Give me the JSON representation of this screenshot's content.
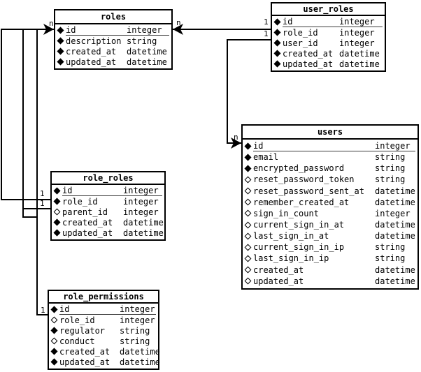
{
  "diagram": {
    "tables": [
      {
        "title": "roles",
        "fields": [
          {
            "name": "id",
            "type": "integer",
            "required": true,
            "key": true
          },
          {
            "name": "description",
            "type": "string",
            "required": true,
            "key": false
          },
          {
            "name": "created_at",
            "type": "datetime",
            "required": true,
            "key": false
          },
          {
            "name": "updated_at",
            "type": "datetime",
            "required": true,
            "key": false
          }
        ]
      },
      {
        "title": "user_roles",
        "fields": [
          {
            "name": "id",
            "type": "integer",
            "required": true,
            "key": true
          },
          {
            "name": "role_id",
            "type": "integer",
            "required": true,
            "key": false
          },
          {
            "name": "user_id",
            "type": "integer",
            "required": true,
            "key": false
          },
          {
            "name": "created_at",
            "type": "datetime",
            "required": true,
            "key": false
          },
          {
            "name": "updated_at",
            "type": "datetime",
            "required": true,
            "key": false
          }
        ]
      },
      {
        "title": "users",
        "fields": [
          {
            "name": "id",
            "type": "integer",
            "required": true,
            "key": true
          },
          {
            "name": "email",
            "type": "string",
            "required": true,
            "key": false
          },
          {
            "name": "encrypted_password",
            "type": "string",
            "required": true,
            "key": false
          },
          {
            "name": "reset_password_token",
            "type": "string",
            "required": false,
            "key": false
          },
          {
            "name": "reset_password_sent_at",
            "type": "datetime",
            "required": false,
            "key": false
          },
          {
            "name": "remember_created_at",
            "type": "datetime",
            "required": false,
            "key": false
          },
          {
            "name": "sign_in_count",
            "type": "integer",
            "required": false,
            "key": false
          },
          {
            "name": "current_sign_in_at",
            "type": "datetime",
            "required": false,
            "key": false
          },
          {
            "name": "last_sign_in_at",
            "type": "datetime",
            "required": false,
            "key": false
          },
          {
            "name": "current_sign_in_ip",
            "type": "string",
            "required": false,
            "key": false
          },
          {
            "name": "last_sign_in_ip",
            "type": "string",
            "required": false,
            "key": false
          },
          {
            "name": "created_at",
            "type": "datetime",
            "required": false,
            "key": false
          },
          {
            "name": "updated_at",
            "type": "datetime",
            "required": false,
            "key": false
          }
        ]
      },
      {
        "title": "role_roles",
        "fields": [
          {
            "name": "id",
            "type": "integer",
            "required": true,
            "key": true
          },
          {
            "name": "role_id",
            "type": "integer",
            "required": true,
            "key": false
          },
          {
            "name": "parent_id",
            "type": "integer",
            "required": false,
            "key": false
          },
          {
            "name": "created_at",
            "type": "datetime",
            "required": true,
            "key": false
          },
          {
            "name": "updated_at",
            "type": "datetime",
            "required": true,
            "key": false
          }
        ]
      },
      {
        "title": "role_permissions",
        "fields": [
          {
            "name": "id",
            "type": "integer",
            "required": true,
            "key": true
          },
          {
            "name": "role_id",
            "type": "integer",
            "required": false,
            "key": false
          },
          {
            "name": "regulator",
            "type": "string",
            "required": true,
            "key": false
          },
          {
            "name": "conduct",
            "type": "string",
            "required": false,
            "key": false
          },
          {
            "name": "created_at",
            "type": "datetime",
            "required": true,
            "key": false
          },
          {
            "name": "updated_at",
            "type": "datetime",
            "required": true,
            "key": false
          }
        ]
      }
    ],
    "connector_labels": [
      {
        "text": "n"
      },
      {
        "text": "n"
      },
      {
        "text": "1"
      },
      {
        "text": "1"
      },
      {
        "text": "n"
      },
      {
        "text": "1"
      },
      {
        "text": "1"
      },
      {
        "text": "1"
      }
    ],
    "line_color": "#000000",
    "background_color": "#ffffff"
  }
}
